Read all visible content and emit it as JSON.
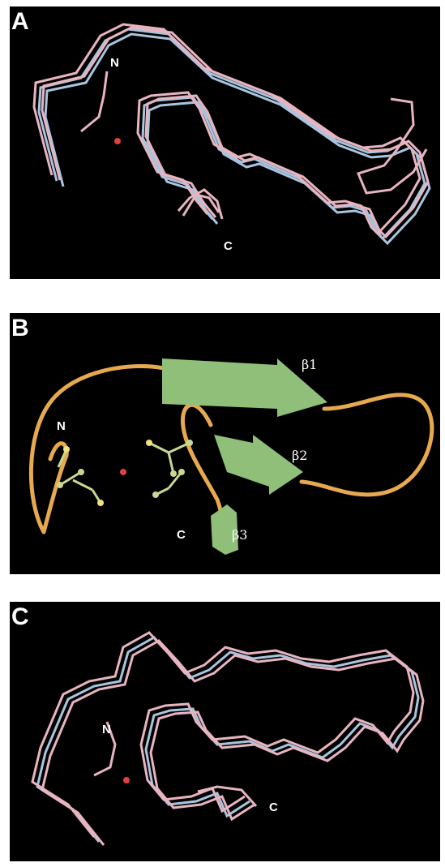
{
  "panels": [
    {
      "letter": "A",
      "labels": {
        "n_terminus": "N",
        "c_terminus": "C"
      }
    },
    {
      "letter": "B",
      "labels": {
        "n_terminus": "N",
        "c_terminus": "C",
        "strand_1": "β1",
        "strand_2": "β2",
        "strand_3": "β3"
      }
    },
    {
      "letter": "C",
      "labels": {
        "n_terminus": "N",
        "c_terminus": "C"
      }
    }
  ],
  "colors": {
    "background": "#000000",
    "trace_pink": "#e8b4c0",
    "trace_blue": "#a9c4df",
    "ribbon_orange": "#e7a94f",
    "sheet_green": "#8fbf78",
    "metal_red": "#e04040"
  }
}
